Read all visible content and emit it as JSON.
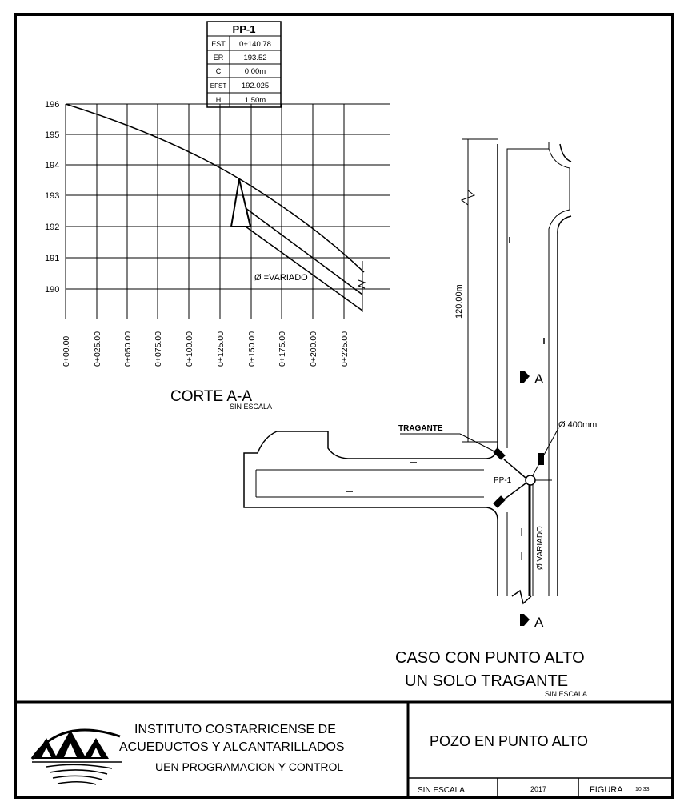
{
  "table": {
    "title": "PP-1",
    "rows": [
      {
        "label": "EST",
        "value": "0+140.78"
      },
      {
        "label": "ER",
        "value": "193.52"
      },
      {
        "label": "C",
        "value": "0.00m"
      },
      {
        "label": "EFST",
        "value": "192.025"
      },
      {
        "label": "H",
        "value": "1.50m"
      }
    ]
  },
  "profile": {
    "elevations": [
      "196",
      "195",
      "194",
      "193",
      "192",
      "191",
      "190"
    ],
    "stations": [
      "0+00.00",
      "0+025.00",
      "0+050.00",
      "0+075.00",
      "0+100.00",
      "0+125.00",
      "0+150.00",
      "0+175.00",
      "0+200.00",
      "0+225.00"
    ],
    "pipe_label": "Ø =VARIADO",
    "title": "CORTE A-A",
    "scale": "SIN ESCALA"
  },
  "plan": {
    "length_label": "120.00m",
    "tragante_label": "TRAGANTE",
    "pipe_diameter_label": "Ø 400mm",
    "well_label": "PP-1",
    "variable_label": "Ø VARIADO",
    "section_mark": "A",
    "title_line1": "CASO CON PUNTO ALTO",
    "title_line2": "UN SOLO TRAGANTE",
    "scale": "SIN ESCALA"
  },
  "titleblock": {
    "org_line1": "INSTITUTO COSTARRICENSE DE",
    "org_line2": "ACUEDUCTOS Y ALCANTARILLADOS",
    "org_line3": "UEN PROGRAMACION Y CONTROL",
    "sheet_title": "POZO EN PUNTO ALTO",
    "scale": "SIN ESCALA",
    "year": "2017",
    "figure_label": "FIGURA",
    "figure_number": "10.33"
  }
}
